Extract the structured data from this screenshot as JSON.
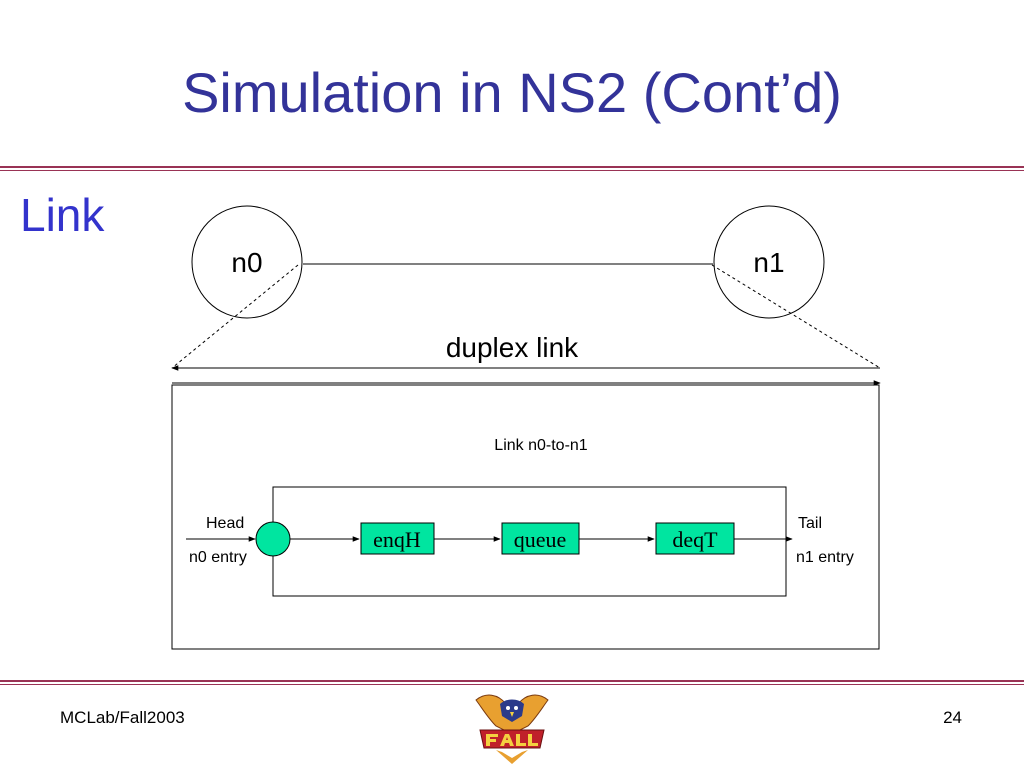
{
  "title": "Simulation in NS2 (Cont’d)",
  "bullet": "Link",
  "diagram": {
    "node_left": "n0",
    "node_right": "n1",
    "duplex_label": "duplex link",
    "inner_title": "Link n0-to-n1",
    "head_label": "Head",
    "head_entry": "n0 entry",
    "tail_label": "Tail",
    "tail_entry": "n1 entry",
    "components": [
      "enqH",
      "queue",
      "deqT"
    ]
  },
  "footer": {
    "left": "MCLab/Fall2003",
    "page": "24"
  },
  "colors": {
    "title": "#333399",
    "bullet": "#3333cc",
    "rule": "#993355",
    "component_fill": "#00e5a0"
  }
}
